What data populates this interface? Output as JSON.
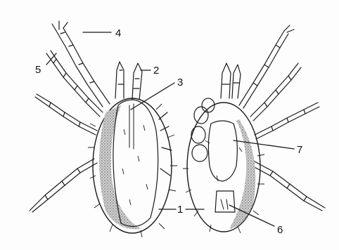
{
  "callouts": [
    {
      "id": "4",
      "text": "4"
    },
    {
      "id": "5",
      "text": "5"
    },
    {
      "id": "2",
      "text": "2"
    },
    {
      "id": "3",
      "text": "3"
    },
    {
      "id": "7",
      "text": "7"
    },
    {
      "id": "1",
      "text": "1"
    },
    {
      "id": "6",
      "text": "6"
    }
  ],
  "colors": {
    "ink": "#1a1a1a",
    "stipple": "#8a8a8a",
    "body_fill": "#ffffff",
    "background": "#fdfdfd"
  }
}
